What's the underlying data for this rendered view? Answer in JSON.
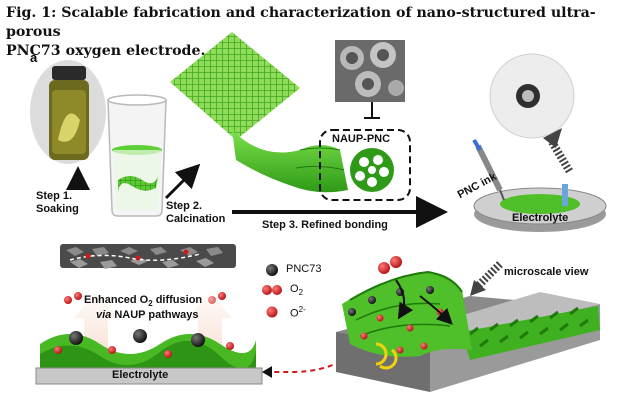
{
  "figure": {
    "title_line1": "Fig. 1: Scalable fabrication and characterization of nano-structured ultra-porous",
    "title_line2": "PNC73 oxygen electrode.",
    "panel_label": "a",
    "steps": {
      "step1_a": "Step 1.",
      "step1_b": "Soaking",
      "step2_a": "Step 2.",
      "step2_b": "Calcination",
      "step3": "Step 3. Refined bonding"
    },
    "labels": {
      "naup_pnc": "NAUP-PNC",
      "pnc_ink": "PNC ink",
      "electrolyte_top": "Electrolyte",
      "electrolyte_bottom": "Electrolyte",
      "microscale_view": "microscale view",
      "diffusion_a": "Enhanced O",
      "diffusion_sub": "2",
      "diffusion_b": " diffusion",
      "diffusion_c_italic": "via",
      "diffusion_d": " NAUP pathways"
    },
    "legend": {
      "pnc73": "PNC73",
      "o2": "O",
      "o2_sub": "2",
      "o2minus": "O",
      "o2minus_sup": "2-"
    },
    "colors": {
      "green": "#4fc02a",
      "dark_green": "#2b8a14",
      "red": "#cc1a1a",
      "black": "#161616",
      "gray": "#9a9a9a"
    }
  }
}
